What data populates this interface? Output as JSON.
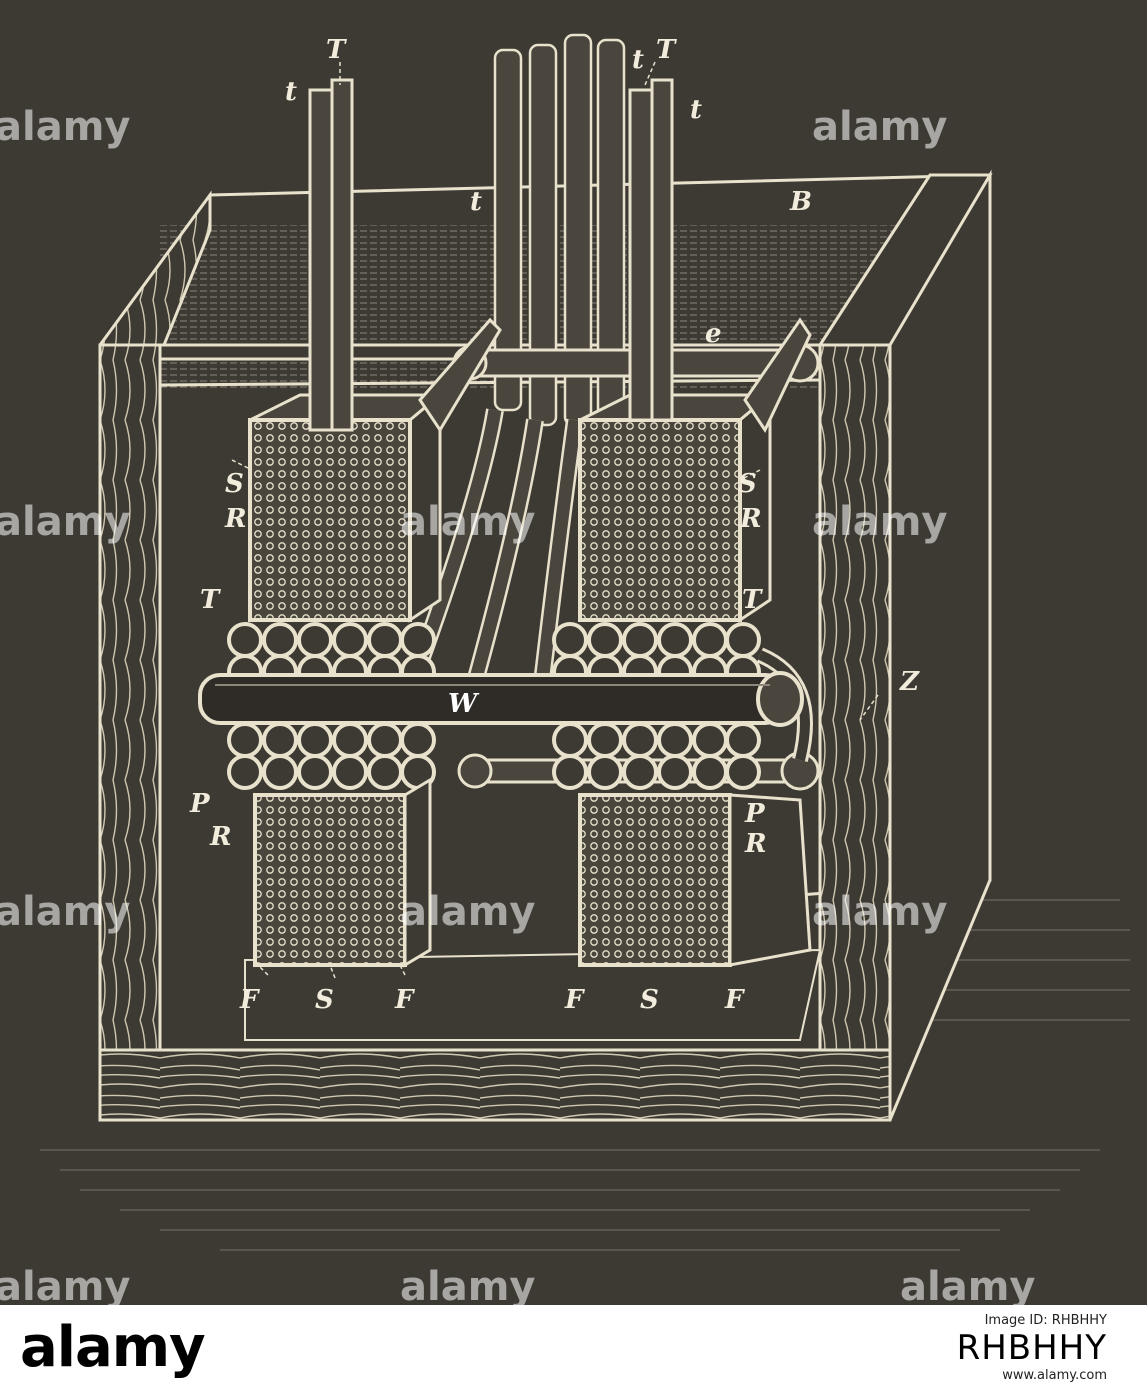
{
  "figure": {
    "labels": {
      "t_top_left": "T",
      "t_small_left": "t",
      "t_pipe_left": "t",
      "t_small_right": "t",
      "t_top_right": "T",
      "t_pipe_right": "t",
      "b": "B",
      "e": "e",
      "s_left": "S",
      "r_left": "R",
      "s_right": "S",
      "r_right": "R",
      "t_mid_left": "T",
      "t_mid_right": "T",
      "w": "W",
      "z": "Z",
      "p_left": "P",
      "r_low_left": "R",
      "p_right": "P",
      "r_low_right": "R",
      "f1": "F",
      "s_bot1": "S",
      "f2": "F",
      "f3": "F",
      "s_bot2": "S",
      "f4": "F"
    },
    "watermark": "alamy"
  },
  "footer": {
    "brand": "alamy",
    "caption": "Image ID: RHBHHY",
    "image_id": "RHBHHY",
    "site": "www.alamy.com"
  },
  "colors": {
    "background": "#3d3a34",
    "ink": "#f2ecdc"
  }
}
